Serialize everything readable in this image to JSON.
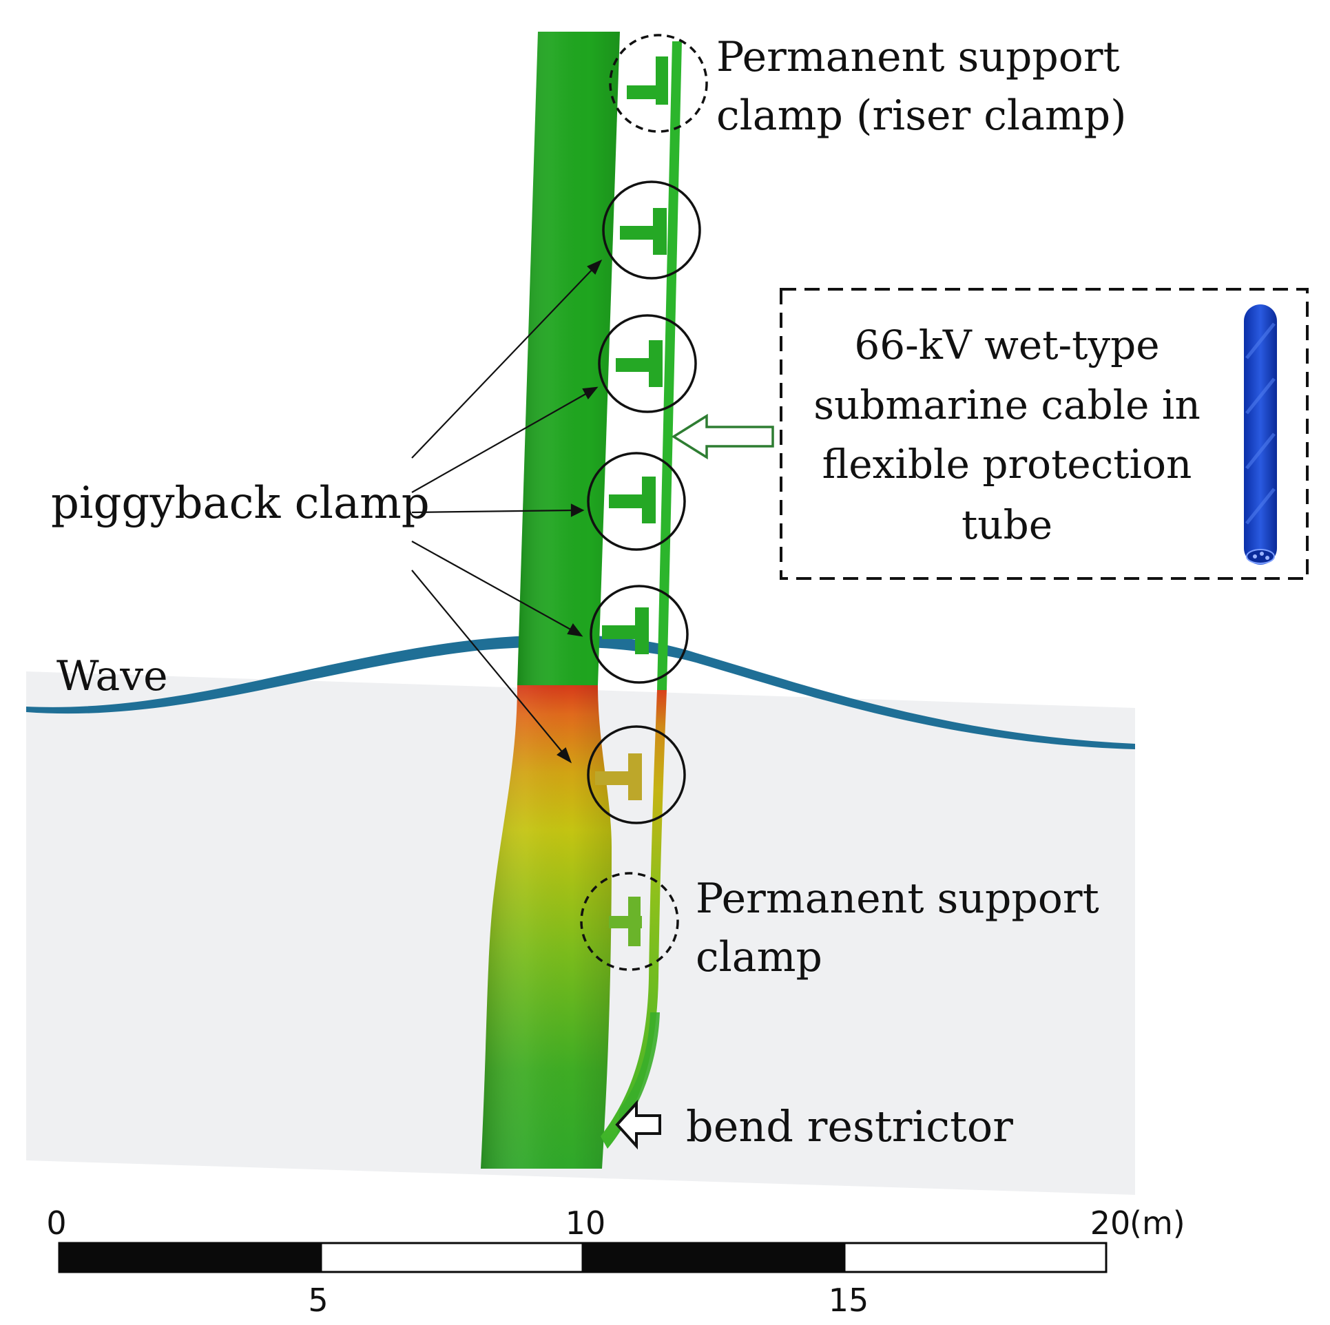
{
  "labels": {
    "top_clamp_line1": "Permanent support",
    "top_clamp_line2": "clamp (riser clamp)",
    "piggyback": "piggyback clamp",
    "cable_line1": "66-kV wet-type",
    "cable_line2": "submarine cable in",
    "cable_line3": "flexible protection",
    "cable_line4": "tube",
    "wave": "Wave",
    "bottom_clamp_line1": "Permanent support",
    "bottom_clamp_line2": "clamp",
    "bend_restrictor": "bend restrictor"
  },
  "scale_bar": {
    "unit": "(m)",
    "top_ticks": [
      "0",
      "10",
      "20"
    ],
    "bottom_ticks": [
      "5",
      "15"
    ]
  },
  "colors": {
    "pile_green": "#1fa51f",
    "cable_green": "#2cb52c",
    "wave_blue": "#1f6f96",
    "sea_gray": "#f0f1f3",
    "hot_red": "#d9361c",
    "mid_yellow": "#c6c312",
    "arrow_green": "#2e7d32"
  },
  "icons": {
    "cable_sample": "cable-tube-icon"
  }
}
